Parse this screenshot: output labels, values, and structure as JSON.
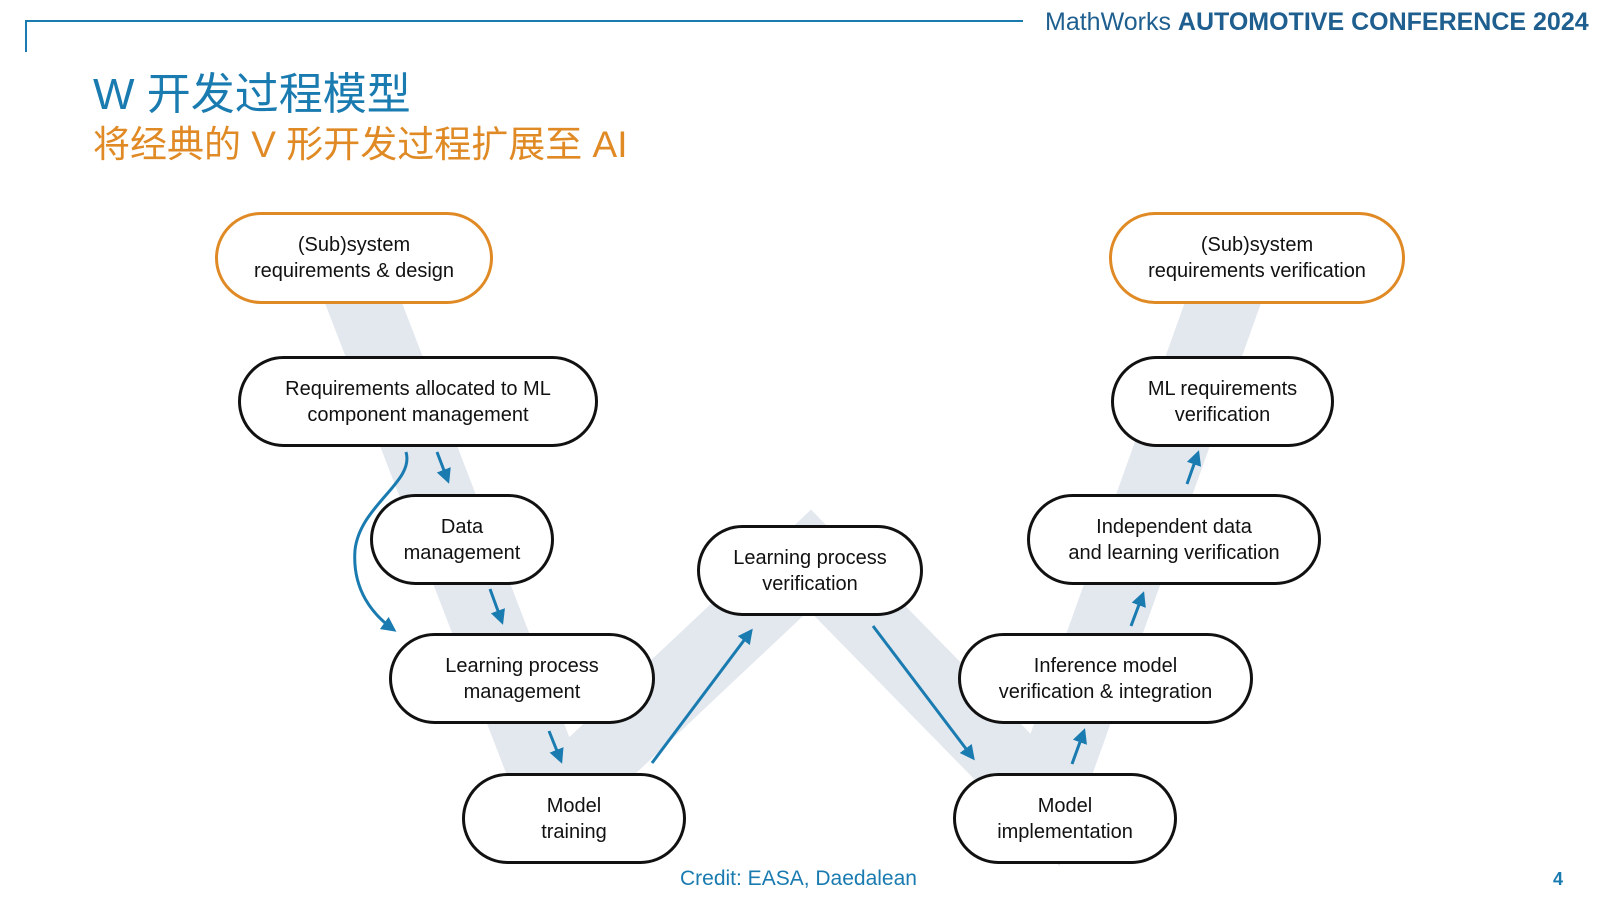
{
  "header": {
    "brand": "MathWorks",
    "event": "AUTOMOTIVE CONFERENCE 2024"
  },
  "title": "W 开发过程模型",
  "subtitle": "将经典的 V 形开发过程扩展至 AI",
  "nodes": {
    "subsystem_design": [
      "(Sub)system",
      "requirements & design"
    ],
    "req_allocated": [
      "Requirements allocated to ML",
      "component management"
    ],
    "data_management": [
      "Data",
      "management"
    ],
    "learning_mgmt": [
      "Learning process",
      "management"
    ],
    "model_training": [
      "Model",
      "training"
    ],
    "learning_verif": [
      "Learning process",
      "verification"
    ],
    "model_impl": [
      "Model",
      "implementation"
    ],
    "inference_verif": [
      "Inference model",
      "verification & integration"
    ],
    "independent_verif": [
      "Independent data",
      "and learning verification"
    ],
    "ml_req_verif": [
      "ML requirements",
      "verification"
    ],
    "subsystem_verif": [
      "(Sub)system",
      "requirements verification"
    ]
  },
  "footer": {
    "credit": "Credit: EASA, Daedalean",
    "page_number": "4"
  },
  "colors": {
    "accent_blue": "#1a7bb0",
    "accent_orange": "#e08a25",
    "band": "#e3e8ef",
    "border": "#111111"
  }
}
